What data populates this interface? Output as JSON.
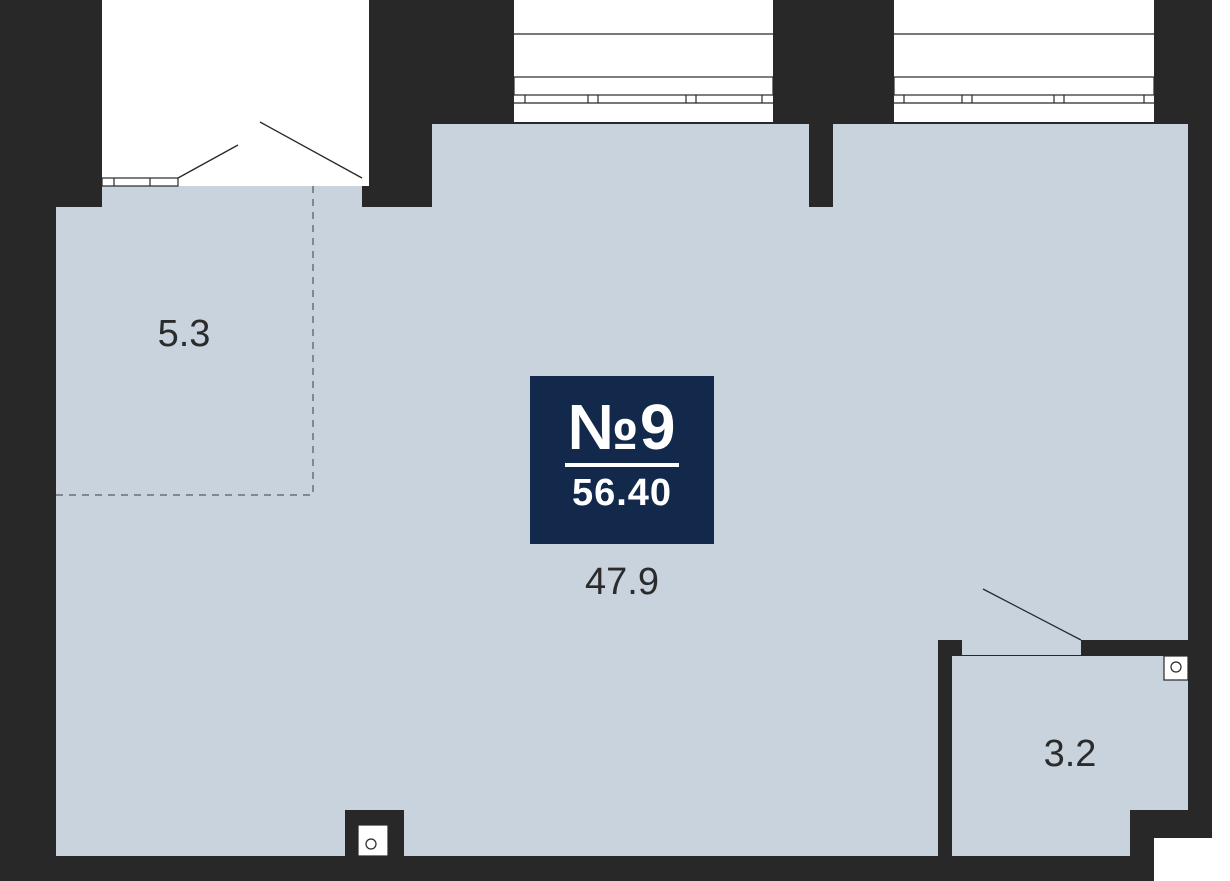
{
  "apartment": {
    "number": "№9",
    "total_area": "56.40"
  },
  "rooms": [
    {
      "id": "hall",
      "area": "5.3"
    },
    {
      "id": "main",
      "area": "47.9"
    },
    {
      "id": "bathroom",
      "area": "3.2"
    }
  ],
  "colors": {
    "wall": "#282828",
    "floor": "#c8d3de",
    "badge": "#13294b",
    "outside": "#ffffff"
  },
  "icons": [
    "door-swing-icon",
    "window-icon",
    "shaft-icon"
  ]
}
